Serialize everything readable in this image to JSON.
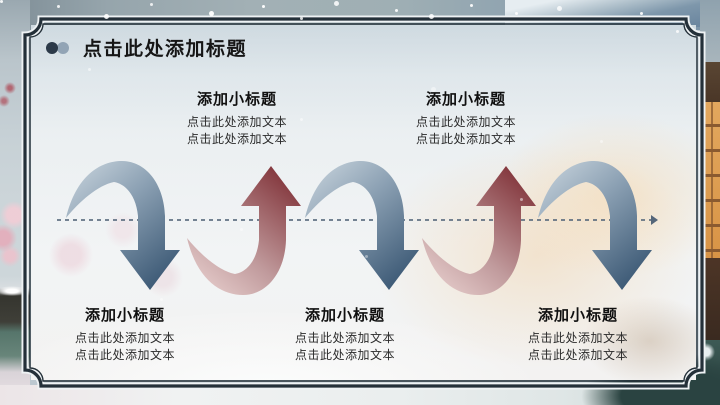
{
  "slide": {
    "title": "点击此处添加标题",
    "top_blocks": [
      {
        "subtitle": "添加小标题",
        "lines": [
          "点击此处添加文本",
          "点击此处添加文本"
        ]
      },
      {
        "subtitle": "添加小标题",
        "lines": [
          "点击此处添加文本",
          "点击此处添加文本"
        ]
      }
    ],
    "bottom_blocks": [
      {
        "subtitle": "添加小标题",
        "lines": [
          "点击此处添加文本",
          "点击此处添加文本"
        ]
      },
      {
        "subtitle": "添加小标题",
        "lines": [
          "点击此处添加文本",
          "点击此处添加文本"
        ]
      },
      {
        "subtitle": "添加小标题",
        "lines": [
          "点击此处添加文本",
          "点击此处添加文本"
        ]
      }
    ],
    "flow": {
      "arrow_directions": [
        "down",
        "up",
        "down",
        "up",
        "down"
      ],
      "colors": {
        "down_arrow_dark": "#3d5a76",
        "down_arrow_light": "#c9d4dd",
        "up_arrow_dark": "#84383e",
        "up_arrow_light": "#ecd4d4",
        "dashed_line": "#54667a"
      }
    },
    "colors": {
      "frame": "#243039",
      "title_text": "#161616",
      "accent_dot_dark": "#2c3a49",
      "accent_dot_light": "#92a4b5"
    }
  }
}
